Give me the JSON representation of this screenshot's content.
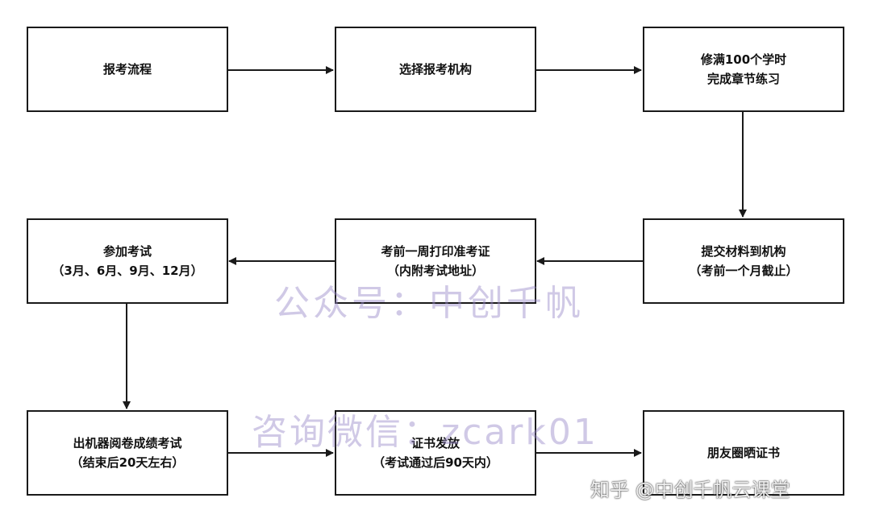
{
  "nodes": {
    "step1": {
      "line1": "报考流程",
      "line2": ""
    },
    "step2": {
      "line1": "选择报考机构",
      "line2": ""
    },
    "step3": {
      "line1": "修满100个学时",
      "line2": "完成章节练习"
    },
    "step4": {
      "line1": "提交材料到机构",
      "line2": "（考前一个月截止）"
    },
    "step5": {
      "line1": "考前一周打印准考证",
      "line2": "（内附考试地址）"
    },
    "step6": {
      "line1": "参加考试",
      "line2": "（3月、6月、9月、12月）"
    },
    "step7": {
      "line1": "出机器阅卷成绩考试",
      "line2": "（结束后20天左右）"
    },
    "step8": {
      "line1": "证书发放",
      "line2": "（考试通过后90天内）"
    },
    "step9": {
      "line1": "朋友圈晒证书",
      "line2": ""
    }
  },
  "watermarks": {
    "line1": "公众号：中创千帆",
    "line2": "咨询微信：zcark01",
    "corner": "知乎 @中创千帆云课堂"
  },
  "colors": {
    "border": "#1a1a1a",
    "arrow": "#1a1a1a",
    "watermark": "#9687c8"
  }
}
